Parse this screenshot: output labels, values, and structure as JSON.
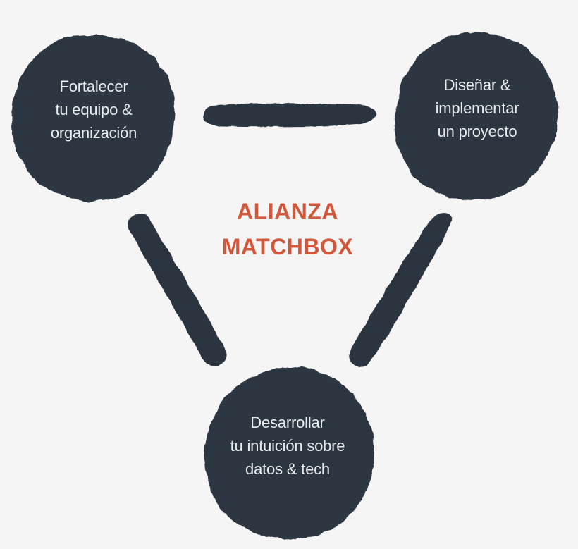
{
  "diagram": {
    "type": "triangle-venn-nodes",
    "title_lines": [
      "ALIANZA",
      "MATCHBOX"
    ],
    "background_color": "#f5f5f5",
    "node_color": "#2b3440",
    "node_text_color": "#e9ebec",
    "accent_color": "#d2573a",
    "connector_color": "#2b3440",
    "nodes": [
      {
        "id": "strengthen",
        "name": "fortalecer-equipo",
        "position": "top-left",
        "lines": [
          "Fortalecer",
          "tu equipo &",
          "organización"
        ]
      },
      {
        "id": "design",
        "name": "disenar-proyecto",
        "position": "top-right",
        "lines": [
          "Diseñar &",
          "implementar",
          "un proyecto"
        ]
      },
      {
        "id": "develop",
        "name": "desarrollar-intuicion",
        "position": "bottom-center",
        "lines": [
          "Desarrollar",
          "tu intuición sobre",
          "datos & tech"
        ]
      }
    ],
    "connectors": [
      {
        "id": "top",
        "name": "connector-top",
        "from": "strengthen",
        "to": "design"
      },
      {
        "id": "left",
        "name": "connector-left",
        "from": "strengthen",
        "to": "develop"
      },
      {
        "id": "right",
        "name": "connector-right",
        "from": "design",
        "to": "develop"
      }
    ]
  }
}
